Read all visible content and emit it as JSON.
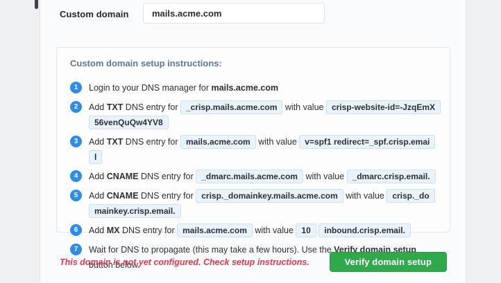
{
  "form": {
    "label": "Custom domain",
    "input_value": "mails.acme.com"
  },
  "instructions": {
    "title": "Custom domain setup instructions:",
    "steps": [
      {
        "num": "1",
        "segments": [
          {
            "t": "text",
            "v": "Login to your DNS manager for "
          },
          {
            "t": "bold",
            "v": "mails.acme.com"
          }
        ]
      },
      {
        "num": "2",
        "segments": [
          {
            "t": "text",
            "v": "Add "
          },
          {
            "t": "bold",
            "v": "TXT"
          },
          {
            "t": "text",
            "v": " DNS entry for "
          },
          {
            "t": "chip",
            "v": "_crisp.mails.acme.com"
          },
          {
            "t": "text",
            "v": " with value "
          },
          {
            "t": "chip",
            "v": "crisp-website-id=-JzqEmX56venQuQw4YV8"
          }
        ]
      },
      {
        "num": "3",
        "segments": [
          {
            "t": "text",
            "v": "Add "
          },
          {
            "t": "bold",
            "v": "TXT"
          },
          {
            "t": "text",
            "v": " DNS entry for "
          },
          {
            "t": "chip",
            "v": "mails.acme.com"
          },
          {
            "t": "text",
            "v": " with value "
          },
          {
            "t": "chip",
            "v": "v=spf1 redirect=_spf.crisp.email"
          }
        ]
      },
      {
        "num": "4",
        "segments": [
          {
            "t": "text",
            "v": "Add "
          },
          {
            "t": "bold",
            "v": "CNAME"
          },
          {
            "t": "text",
            "v": " DNS entry for "
          },
          {
            "t": "chip",
            "v": "_dmarc.mails.acme.com"
          },
          {
            "t": "text",
            "v": " with value "
          },
          {
            "t": "chip",
            "v": "_dmarc.crisp.email."
          }
        ]
      },
      {
        "num": "5",
        "segments": [
          {
            "t": "text",
            "v": "Add "
          },
          {
            "t": "bold",
            "v": "CNAME"
          },
          {
            "t": "text",
            "v": " DNS entry for "
          },
          {
            "t": "chip",
            "v": "crisp._domainkey.mails.acme.com"
          },
          {
            "t": "text",
            "v": " with value "
          },
          {
            "t": "chip",
            "v": "crisp._domainkey.crisp.email."
          }
        ]
      },
      {
        "num": "6",
        "segments": [
          {
            "t": "text",
            "v": "Add "
          },
          {
            "t": "bold",
            "v": "MX"
          },
          {
            "t": "text",
            "v": " DNS entry for "
          },
          {
            "t": "chip",
            "v": "mails.acme.com"
          },
          {
            "t": "text",
            "v": " with value "
          },
          {
            "t": "chip",
            "v": "10"
          },
          {
            "t": "text",
            "v": " "
          },
          {
            "t": "chip",
            "v": "inbound.crisp.email."
          }
        ]
      },
      {
        "num": "7",
        "segments": [
          {
            "t": "text",
            "v": "Wait for DNS to propagate (this may take a few hours). Use the "
          },
          {
            "t": "bold",
            "v": "Verify domain setup"
          },
          {
            "t": "text",
            "v": " button below."
          }
        ]
      }
    ]
  },
  "status": {
    "error_message": "This domain is not yet configured. Check setup instructions."
  },
  "actions": {
    "verify_button_label": "Verify domain setup"
  },
  "colors": {
    "page_background": "#edf1f4",
    "step_circle_blue": "#2e8de6",
    "chip_background": "#e9f3fc",
    "chip_border": "#cbe1f5",
    "title_slate": "#5f7795",
    "error_red": "#e8364c",
    "button_green": "#30a94d"
  }
}
